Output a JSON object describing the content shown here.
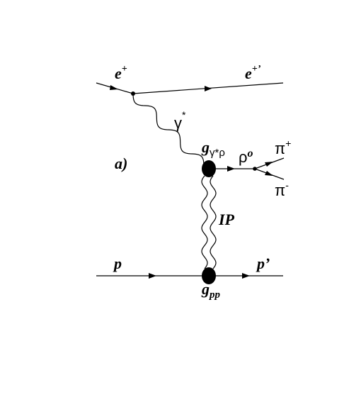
{
  "diagram": {
    "panel_label": "a)",
    "incoming_positron": {
      "symbol": "e",
      "charge": "+"
    },
    "outgoing_positron": {
      "symbol": "e",
      "charge": "+’"
    },
    "photon": {
      "symbol": "γ",
      "superscript": "*"
    },
    "vertex_photon": {
      "symbol": "g",
      "subscript": "γ*ρ"
    },
    "rho_meson": {
      "symbol": "ρ",
      "superscript": "o"
    },
    "pion_plus": {
      "symbol": "π",
      "charge": "+"
    },
    "pion_minus": {
      "symbol": "π",
      "charge": "-"
    },
    "pomeron": {
      "symbol": "IP"
    },
    "incoming_proton": {
      "symbol": "p"
    },
    "outgoing_proton": {
      "symbol": "p’"
    },
    "vertex_proton": {
      "symbol": "g",
      "subscript": "pp"
    },
    "line_color": "#000000"
  }
}
